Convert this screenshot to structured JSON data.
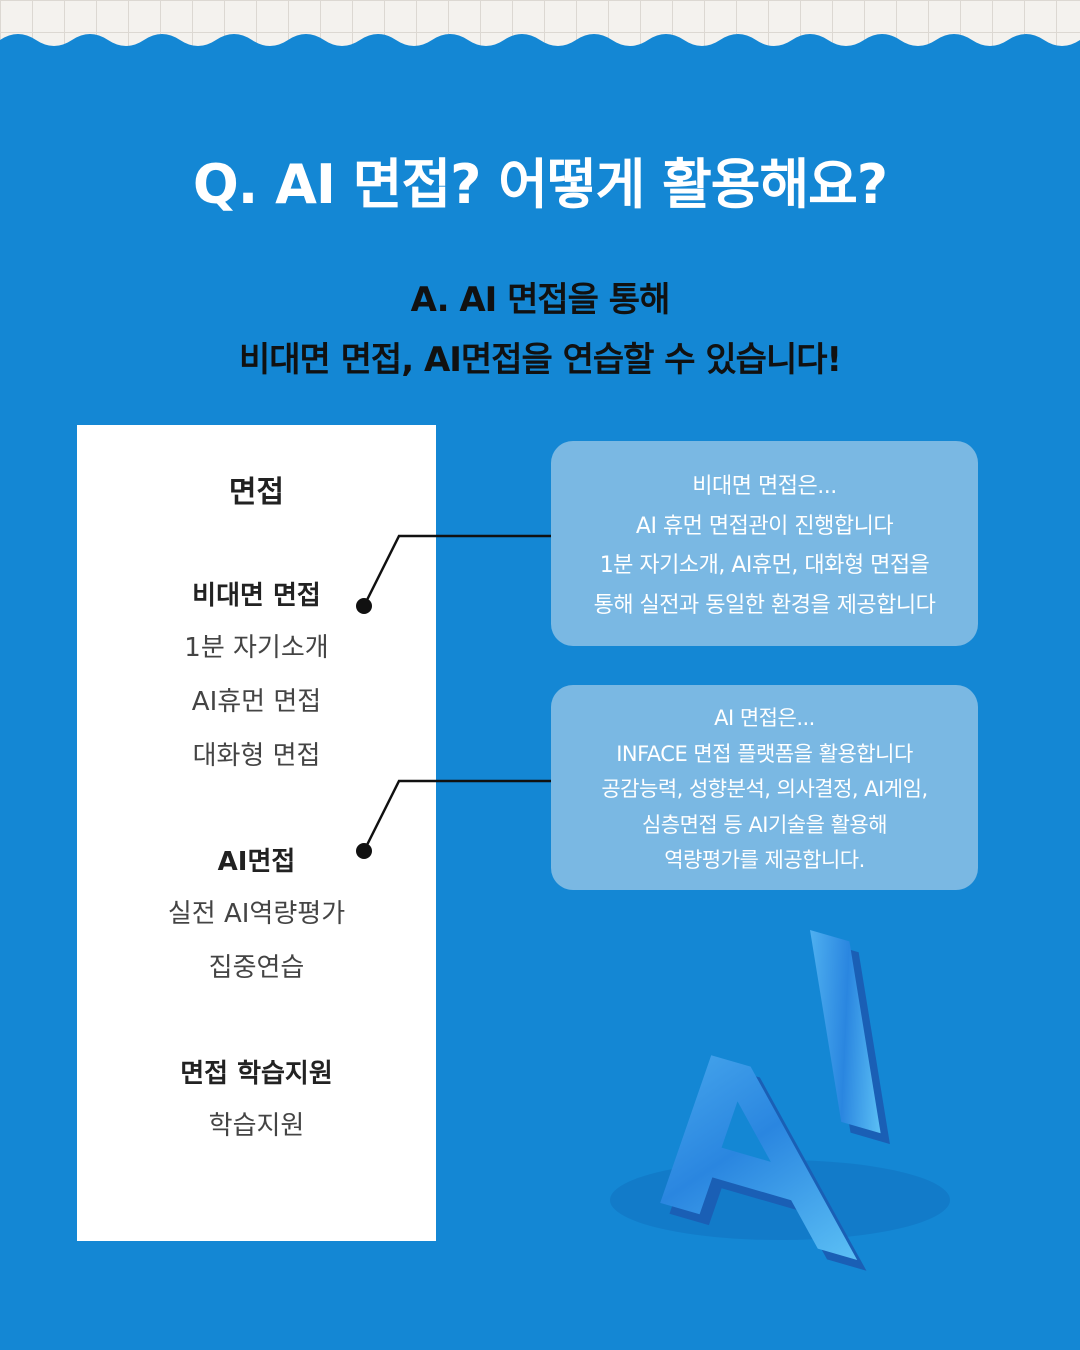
{
  "title": "Q. AI 면접? 어떻게 활용해요?",
  "answer": {
    "line1": "A.  AI 면접을 통해",
    "line2": "비대면 면접, AI면접을 연습할 수 있습니다!"
  },
  "panel": {
    "heading": "면접",
    "sections": [
      {
        "title": "비대면 면접",
        "items": [
          "1분 자기소개",
          "AI휴먼 면접",
          "대화형 면접"
        ]
      },
      {
        "title": "AI면접",
        "items": [
          "실전 AI역량평가",
          "집중연습"
        ]
      },
      {
        "title": "면접 학습지원",
        "items": [
          "학습지원"
        ]
      }
    ]
  },
  "bubbles": [
    {
      "lines": [
        "비대면 면접은...",
        "AI 휴먼 면접관이 진행합니다",
        "1분 자기소개, AI휴먼, 대화형 면접을",
        "통해 실전과 동일한 환경을 제공합니다"
      ]
    },
    {
      "lines": [
        "AI 면접은...",
        "INFACE 면접 플랫폼을 활용합니다",
        "공감능력, 성향분석, 의사결정, AI게임,",
        "심층면접 등 AI기술을 활용해",
        "역량평가를 제공합니다."
      ]
    }
  ],
  "logo_text": "AI",
  "colors": {
    "background": "#1487d4",
    "bubble": "#7ab8e3",
    "panel": "#ffffff"
  }
}
